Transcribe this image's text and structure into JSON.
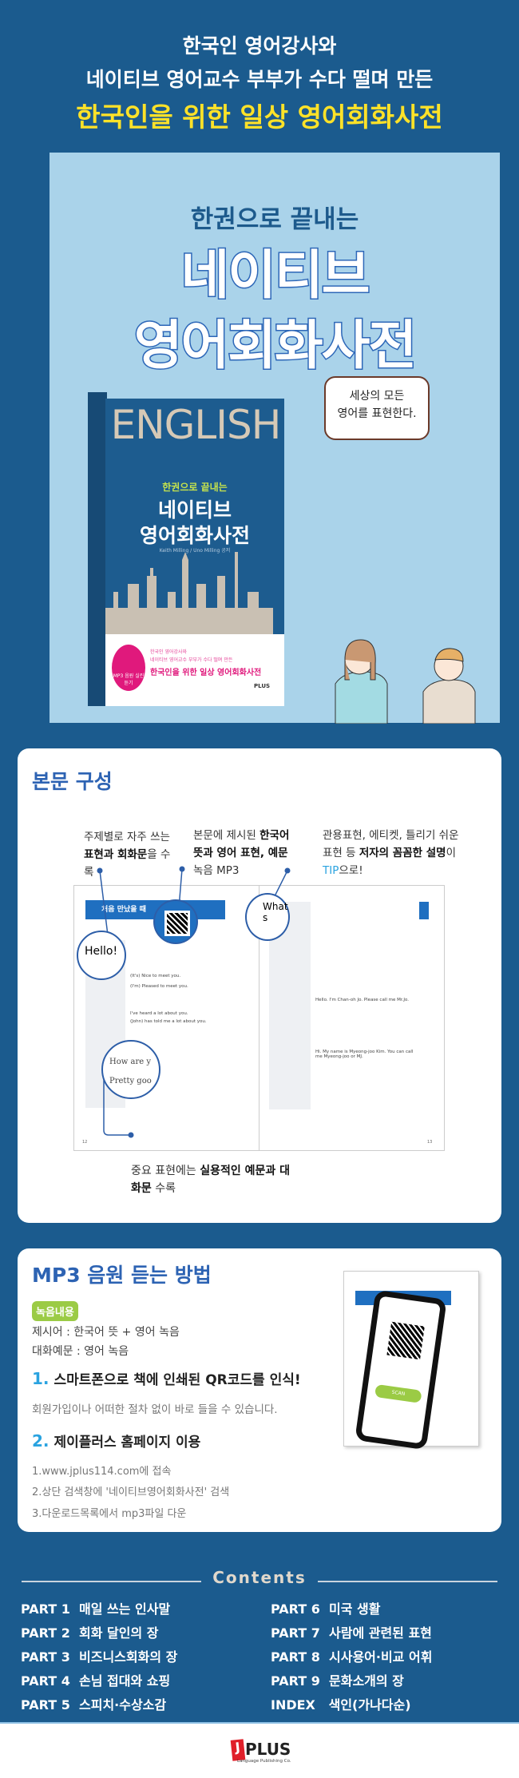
{
  "header": {
    "line1": "한국인 영어강사와",
    "line2": "네이티브 영어교수 부부가 수다 떨며 만든",
    "line3": "한국인을 위한 일상 영어회화사전"
  },
  "hero": {
    "subtitle": "한권으로 끝내는",
    "title1": "네이티브",
    "title2": "영어회화사전",
    "speech": [
      "세상의 모든",
      "영어를 표현한다."
    ],
    "book": {
      "brand_word": "ENGLISH",
      "subtitle": "한권으로 끝내는",
      "title1": "네이티브",
      "title2": "영어회화사전",
      "authors": "Keith Milling / Uno Milling 공저",
      "badge": "MP3 음원 실린 듣기",
      "blurb1": "한국인 영어강사와",
      "blurb2": "네이티브 영어교수 부부가 수다 떨며 만든",
      "blurb3": "한국인을 위한 일상 영어회화사전",
      "publisher": "PLUS"
    }
  },
  "structure": {
    "title": "본문 구성",
    "annotations": [
      {
        "pre": "주제별로 자주 쓰는 ",
        "bold": "표현과 회화문",
        "post": "을 수록"
      },
      {
        "pre": "본문에 제시된 ",
        "bold": "한국어 뜻과 영어 표현, 예문",
        "post": " 녹음 MP3"
      },
      {
        "pre": "관용표현, 에티켓, 틀리기 쉬운 표현 등 ",
        "bold": "저자의 꼼꼼한 설명",
        "post": "이 ",
        "tip": "TIP",
        "tail": "으로!"
      }
    ],
    "bottom_note": {
      "pre": "중요 표현에는 ",
      "bold": "실용적인 예문과 대화문",
      "post": " 수록"
    },
    "spread": {
      "chapter": "처음 만났을 때",
      "hello": "Hello!",
      "whats": "What s",
      "how": "How are y",
      "pretty": "Pretty goo",
      "left_lines": [
        "(It's) Nice to meet you.",
        "(I'm) Pleased to meet you.",
        "I've heard a lot about you.",
        "(John) has told me a lot about you."
      ],
      "right_lines": [
        "Hello. I'm Chan-oh Jo. Please call me Mr.Jo.",
        "Hi. My name is Myeong-joo Kim. You can call me Myeong-joo or MJ."
      ],
      "page_left": "12",
      "page_right": "13"
    }
  },
  "mp3": {
    "title": "MP3 음원 듣는 방법",
    "badge": "녹음내용",
    "rec1": "제시어 : 한국어 뜻 + 영어 녹음",
    "rec2": "대화예문 : 영어 녹음",
    "step1_num": "1.",
    "step1": "스마트폰으로 책에 인쇄된 QR코드를 인식!",
    "step1_desc": "회원가입이나 어떠한 절차 없이 바로 들을 수 있습니다.",
    "step2_num": "2.",
    "step2": "제이플러스 홈페이지 이용",
    "steps": [
      "1.www.jplus114.com에 접속",
      "2.상단 검색창에 '네이티브영어회화사전' 검색",
      "3.다운로드목록에서 mp3파일 다운"
    ],
    "scan": "SCAN"
  },
  "contents": {
    "title": "Contents",
    "left": [
      [
        "PART 1",
        "매일 쓰는 인사말"
      ],
      [
        "PART 2",
        "회화 달인의 장"
      ],
      [
        "PART 3",
        "비즈니스회화의 장"
      ],
      [
        "PART 4",
        "손님 접대와 쇼핑"
      ],
      [
        "PART 5",
        "스피치·수상소감"
      ]
    ],
    "right": [
      [
        "PART 6",
        "미국 생활"
      ],
      [
        "PART 7",
        "사람에 관련된 표현"
      ],
      [
        "PART 8",
        "시사용어·비교 어휘"
      ],
      [
        "PART 9",
        "문화소개의 장"
      ],
      [
        "INDEX",
        "색인(가나다순)"
      ]
    ]
  },
  "footer": {
    "logo": "PLUS",
    "logo_j": "J",
    "tagline": "Language Publishing Co."
  }
}
